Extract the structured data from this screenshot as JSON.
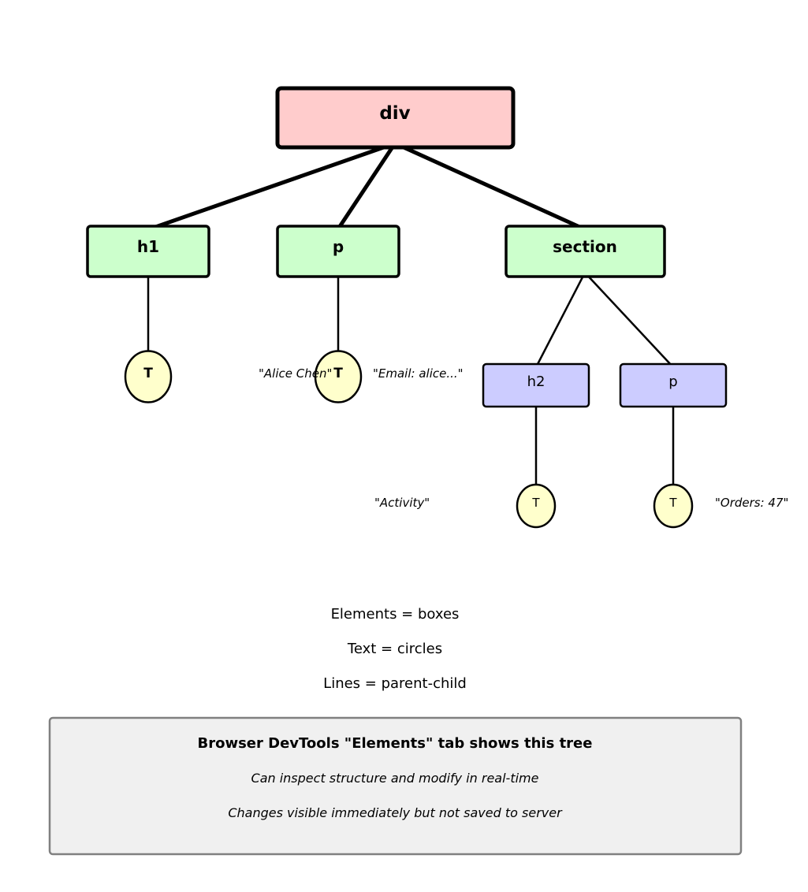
{
  "colors": {
    "root_fill": "#ffcccc",
    "element_fill": "#ccffcc",
    "nested_fill": "#ccccff",
    "text_node_fill": "#ffffcc",
    "note_fill": "#f0f0f0",
    "note_border": "#808080",
    "stroke": "#000000"
  },
  "tree": {
    "root": {
      "label": "div"
    },
    "children": [
      {
        "label": "h1",
        "text_node": "T",
        "text_value": "\"Alice Chen\""
      },
      {
        "label": "p",
        "text_node": "T",
        "text_value": "\"Email: alice...\""
      },
      {
        "label": "section"
      }
    ],
    "section_children": [
      {
        "label": "h2",
        "text_node": "T",
        "text_value": "\"Activity\""
      },
      {
        "label": "p",
        "text_node": "T",
        "text_value": "\"Orders: 47\""
      }
    ]
  },
  "legend": {
    "elements": "Elements = boxes",
    "text": "Text = circles",
    "lines": "Lines = parent-child"
  },
  "note": {
    "title": "Browser DevTools \"Elements\" tab shows this tree",
    "line1": "Can inspect structure and modify in real-time",
    "line2": "Changes visible immediately but not saved to server"
  }
}
